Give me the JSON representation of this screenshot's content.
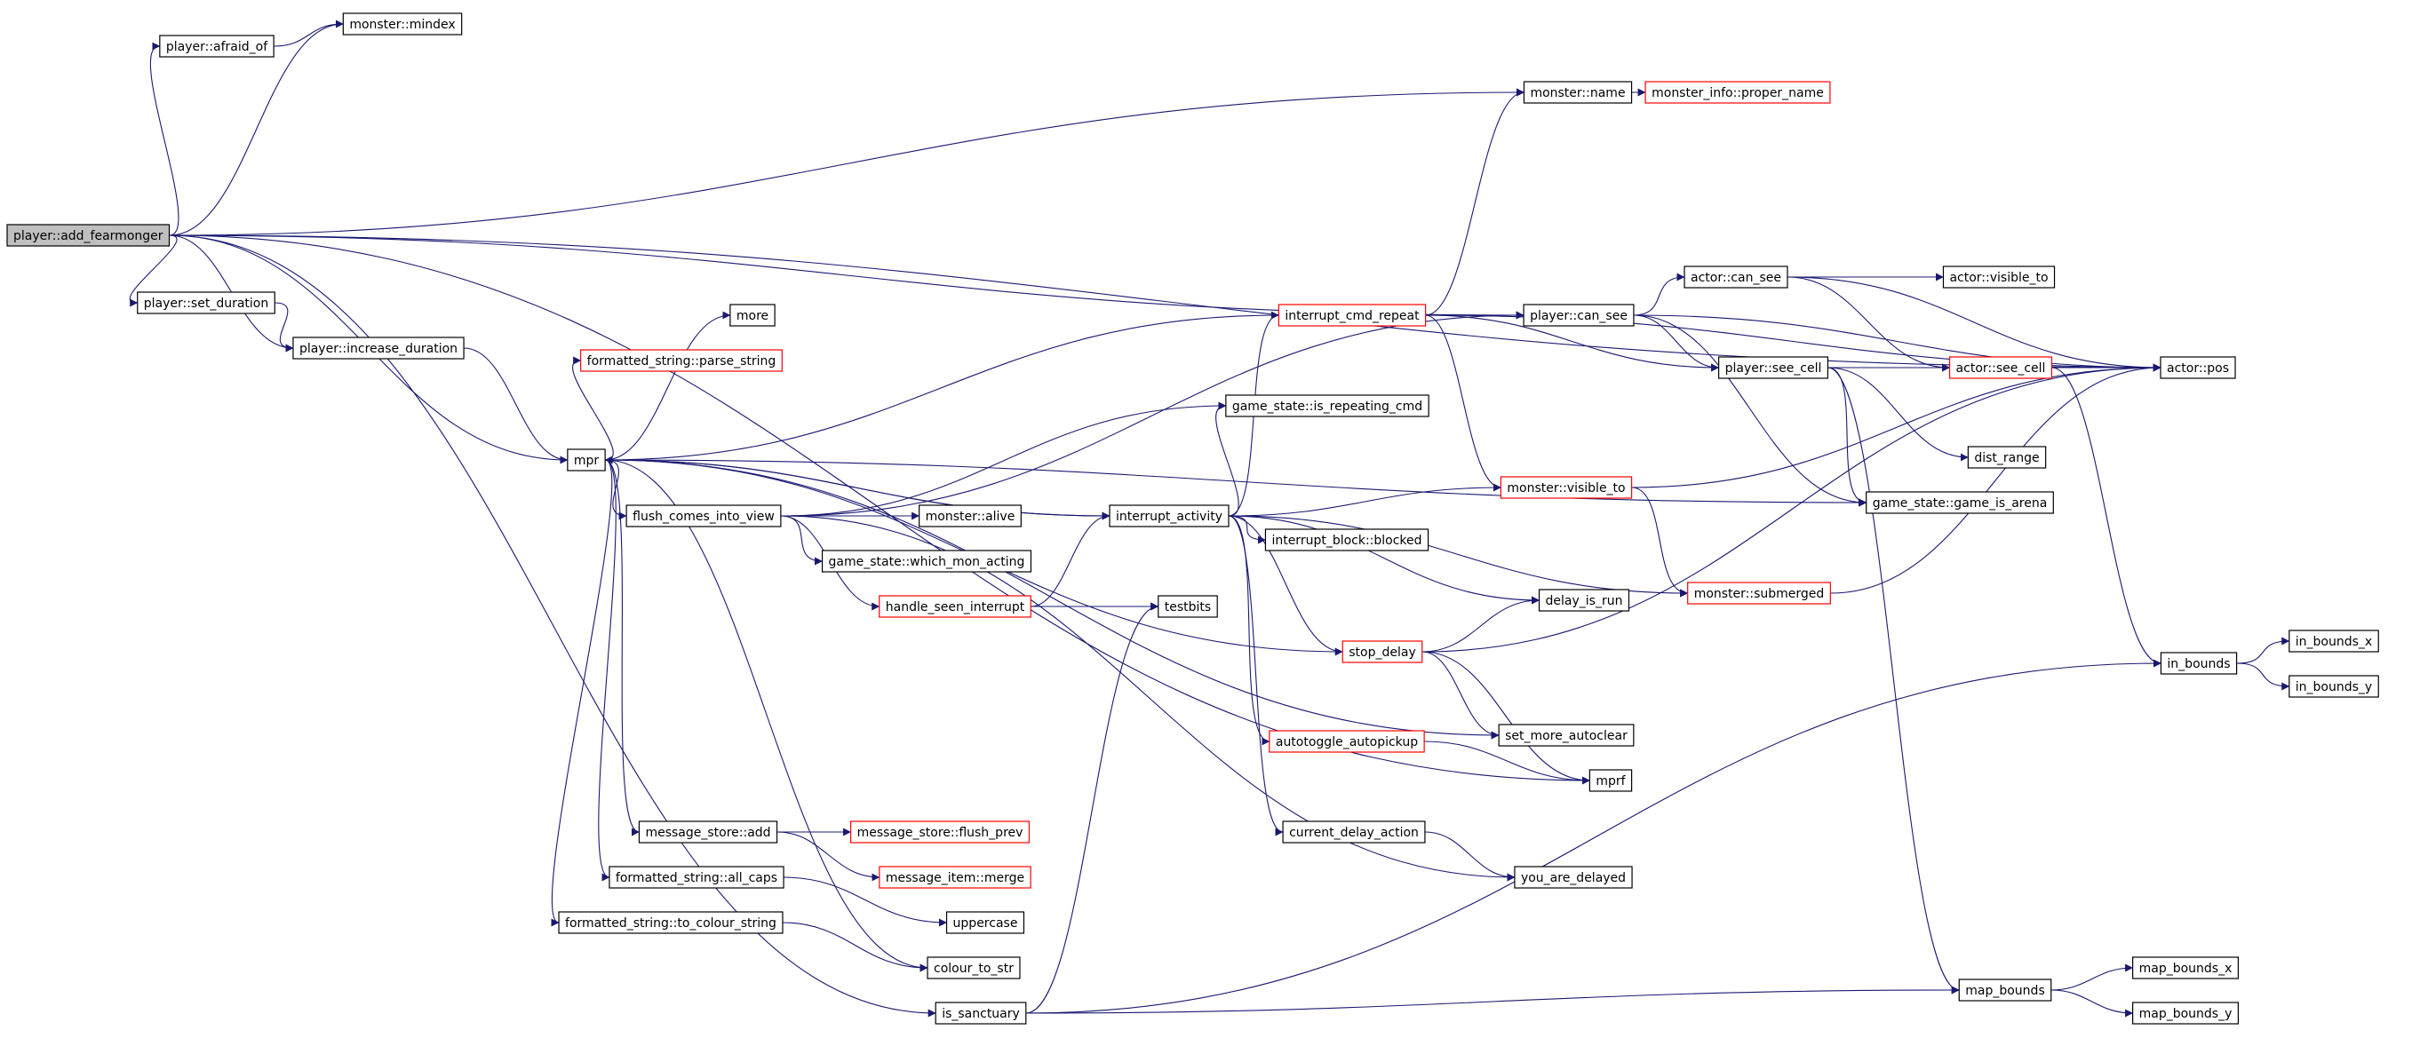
{
  "graph": {
    "root": "player::add_fearmonger",
    "edge_color": "#191970",
    "node_border_normal": "#000000",
    "node_border_truncated": "#ff0000",
    "root_fill": "#bfbfbf",
    "nodes": [
      {
        "id": "add_fearmonger",
        "label": "player::add_fearmonger",
        "style": "root"
      },
      {
        "id": "afraid_of",
        "label": "player::afraid_of",
        "style": "normal"
      },
      {
        "id": "mindex",
        "label": "monster::mindex",
        "style": "normal"
      },
      {
        "id": "mname",
        "label": "monster::name",
        "style": "normal"
      },
      {
        "id": "proper_name",
        "label": "monster_info::proper_name",
        "style": "truncated"
      },
      {
        "id": "set_duration",
        "label": "player::set_duration",
        "style": "normal"
      },
      {
        "id": "increase_duration",
        "label": "player::increase_duration",
        "style": "normal"
      },
      {
        "id": "mpr",
        "label": "mpr",
        "style": "normal"
      },
      {
        "id": "more",
        "label": "more",
        "style": "normal"
      },
      {
        "id": "parse_string",
        "label": "formatted_string::parse_string",
        "style": "truncated"
      },
      {
        "id": "flush_comes",
        "label": "flush_comes_into_view",
        "style": "normal"
      },
      {
        "id": "malive",
        "label": "monster::alive",
        "style": "normal"
      },
      {
        "id": "which_mon",
        "label": "game_state::which_mon_acting",
        "style": "normal"
      },
      {
        "id": "handle_seen",
        "label": "handle_seen_interrupt",
        "style": "truncated"
      },
      {
        "id": "testbits",
        "label": "testbits",
        "style": "normal"
      },
      {
        "id": "interrupt_cmd",
        "label": "interrupt_cmd_repeat",
        "style": "truncated"
      },
      {
        "id": "is_repeating",
        "label": "game_state::is_repeating_cmd",
        "style": "normal"
      },
      {
        "id": "interrupt_activity",
        "label": "interrupt_activity",
        "style": "normal"
      },
      {
        "id": "blocked",
        "label": "interrupt_block::blocked",
        "style": "normal"
      },
      {
        "id": "stop_delay",
        "label": "stop_delay",
        "style": "truncated"
      },
      {
        "id": "autotoggle",
        "label": "autotoggle_autopickup",
        "style": "truncated"
      },
      {
        "id": "current_delay",
        "label": "current_delay_action",
        "style": "normal"
      },
      {
        "id": "you_delayed",
        "label": "you_are_delayed",
        "style": "normal"
      },
      {
        "id": "player_can_see",
        "label": "player::can_see",
        "style": "normal"
      },
      {
        "id": "mvisible_to",
        "label": "monster::visible_to",
        "style": "truncated"
      },
      {
        "id": "delay_is_run",
        "label": "delay_is_run",
        "style": "normal"
      },
      {
        "id": "set_more",
        "label": "set_more_autoclear",
        "style": "normal"
      },
      {
        "id": "mprf",
        "label": "mprf",
        "style": "normal"
      },
      {
        "id": "msg_add",
        "label": "message_store::add",
        "style": "normal"
      },
      {
        "id": "flush_prev",
        "label": "message_store::flush_prev",
        "style": "truncated"
      },
      {
        "id": "merge",
        "label": "message_item::merge",
        "style": "truncated"
      },
      {
        "id": "all_caps",
        "label": "formatted_string::all_caps",
        "style": "normal"
      },
      {
        "id": "uppercase",
        "label": "uppercase",
        "style": "normal"
      },
      {
        "id": "to_colour",
        "label": "formatted_string::to_colour_string",
        "style": "normal"
      },
      {
        "id": "colour_to_str",
        "label": "colour_to_str",
        "style": "normal"
      },
      {
        "id": "is_sanctuary",
        "label": "is_sanctuary",
        "style": "normal"
      },
      {
        "id": "actor_can_see",
        "label": "actor::can_see",
        "style": "normal"
      },
      {
        "id": "actor_visible_to",
        "label": "actor::visible_to",
        "style": "normal"
      },
      {
        "id": "player_see_cell",
        "label": "player::see_cell",
        "style": "normal"
      },
      {
        "id": "actor_see_cell",
        "label": "actor::see_cell",
        "style": "truncated"
      },
      {
        "id": "actor_pos",
        "label": "actor::pos",
        "style": "normal"
      },
      {
        "id": "dist_range",
        "label": "dist_range",
        "style": "normal"
      },
      {
        "id": "game_is_arena",
        "label": "game_state::game_is_arena",
        "style": "normal"
      },
      {
        "id": "submerged",
        "label": "monster::submerged",
        "style": "truncated"
      },
      {
        "id": "in_bounds",
        "label": "in_bounds",
        "style": "normal"
      },
      {
        "id": "in_bounds_x",
        "label": "in_bounds_x",
        "style": "normal"
      },
      {
        "id": "in_bounds_y",
        "label": "in_bounds_y",
        "style": "normal"
      },
      {
        "id": "map_bounds",
        "label": "map_bounds",
        "style": "normal"
      },
      {
        "id": "map_bounds_x",
        "label": "map_bounds_x",
        "style": "normal"
      },
      {
        "id": "map_bounds_y",
        "label": "map_bounds_y",
        "style": "normal"
      }
    ],
    "edges": [
      [
        "add_fearmonger",
        "mindex"
      ],
      [
        "add_fearmonger",
        "afraid_of"
      ],
      [
        "afraid_of",
        "mindex"
      ],
      [
        "add_fearmonger",
        "mname"
      ],
      [
        "mname",
        "proper_name"
      ],
      [
        "add_fearmonger",
        "actor_pos"
      ],
      [
        "add_fearmonger",
        "player_can_see"
      ],
      [
        "add_fearmonger",
        "mpr"
      ],
      [
        "add_fearmonger",
        "set_duration"
      ],
      [
        "add_fearmonger",
        "increase_duration"
      ],
      [
        "set_duration",
        "increase_duration"
      ],
      [
        "increase_duration",
        "mpr"
      ],
      [
        "add_fearmonger",
        "mprf"
      ],
      [
        "add_fearmonger",
        "is_sanctuary"
      ],
      [
        "mpr",
        "more"
      ],
      [
        "mpr",
        "parse_string"
      ],
      [
        "mpr",
        "flush_comes"
      ],
      [
        "mpr",
        "interrupt_activity"
      ],
      [
        "mpr",
        "msg_add"
      ],
      [
        "mpr",
        "all_caps"
      ],
      [
        "mpr",
        "to_colour"
      ],
      [
        "mpr",
        "colour_to_str"
      ],
      [
        "flush_comes",
        "malive"
      ],
      [
        "flush_comes",
        "which_mon"
      ],
      [
        "flush_comes",
        "handle_seen"
      ],
      [
        "flush_comes",
        "is_repeating"
      ],
      [
        "flush_comes",
        "player_can_see"
      ],
      [
        "flush_comes",
        "you_delayed"
      ],
      [
        "handle_seen",
        "testbits"
      ],
      [
        "handle_seen",
        "interrupt_activity"
      ],
      [
        "interrupt_activity",
        "mpr"
      ],
      [
        "interrupt_activity",
        "interrupt_cmd"
      ],
      [
        "interrupt_activity",
        "is_repeating"
      ],
      [
        "interrupt_activity",
        "mvisible_to"
      ],
      [
        "interrupt_activity",
        "blocked"
      ],
      [
        "interrupt_activity",
        "delay_is_run"
      ],
      [
        "interrupt_activity",
        "submerged"
      ],
      [
        "interrupt_activity",
        "stop_delay"
      ],
      [
        "interrupt_activity",
        "autotoggle"
      ],
      [
        "interrupt_activity",
        "current_delay"
      ],
      [
        "interrupt_cmd",
        "mpr"
      ],
      [
        "interrupt_cmd",
        "mname"
      ],
      [
        "interrupt_cmd",
        "player_can_see"
      ],
      [
        "interrupt_cmd",
        "actor_pos"
      ],
      [
        "interrupt_cmd",
        "player_see_cell"
      ],
      [
        "interrupt_cmd",
        "mvisible_to"
      ],
      [
        "stop_delay",
        "mpr"
      ],
      [
        "stop_delay",
        "delay_is_run"
      ],
      [
        "stop_delay",
        "set_more"
      ],
      [
        "stop_delay",
        "mprf"
      ],
      [
        "stop_delay",
        "actor_pos"
      ],
      [
        "autotoggle",
        "mprf"
      ],
      [
        "current_delay",
        "you_delayed"
      ],
      [
        "mvisible_to",
        "submerged"
      ],
      [
        "mvisible_to",
        "actor_pos"
      ],
      [
        "submerged",
        "actor_pos"
      ],
      [
        "player_can_see",
        "actor_can_see"
      ],
      [
        "player_can_see",
        "actor_pos"
      ],
      [
        "player_can_see",
        "player_see_cell"
      ],
      [
        "player_can_see",
        "game_is_arena"
      ],
      [
        "actor_can_see",
        "actor_visible_to"
      ],
      [
        "actor_can_see",
        "actor_see_cell"
      ],
      [
        "actor_can_see",
        "actor_pos"
      ],
      [
        "player_see_cell",
        "actor_see_cell"
      ],
      [
        "player_see_cell",
        "actor_pos"
      ],
      [
        "player_see_cell",
        "dist_range"
      ],
      [
        "player_see_cell",
        "game_is_arena"
      ],
      [
        "player_see_cell",
        "map_bounds"
      ],
      [
        "actor_see_cell",
        "actor_pos"
      ],
      [
        "actor_see_cell",
        "in_bounds"
      ],
      [
        "in_bounds",
        "in_bounds_x"
      ],
      [
        "in_bounds",
        "in_bounds_y"
      ],
      [
        "msg_add",
        "flush_prev"
      ],
      [
        "msg_add",
        "merge"
      ],
      [
        "all_caps",
        "uppercase"
      ],
      [
        "to_colour",
        "colour_to_str"
      ],
      [
        "is_sanctuary",
        "testbits"
      ],
      [
        "is_sanctuary",
        "in_bounds"
      ],
      [
        "is_sanctuary",
        "map_bounds"
      ],
      [
        "map_bounds",
        "map_bounds_x"
      ],
      [
        "map_bounds",
        "map_bounds_y"
      ],
      [
        "mpr",
        "set_more"
      ],
      [
        "mpr",
        "game_is_arena"
      ]
    ]
  }
}
